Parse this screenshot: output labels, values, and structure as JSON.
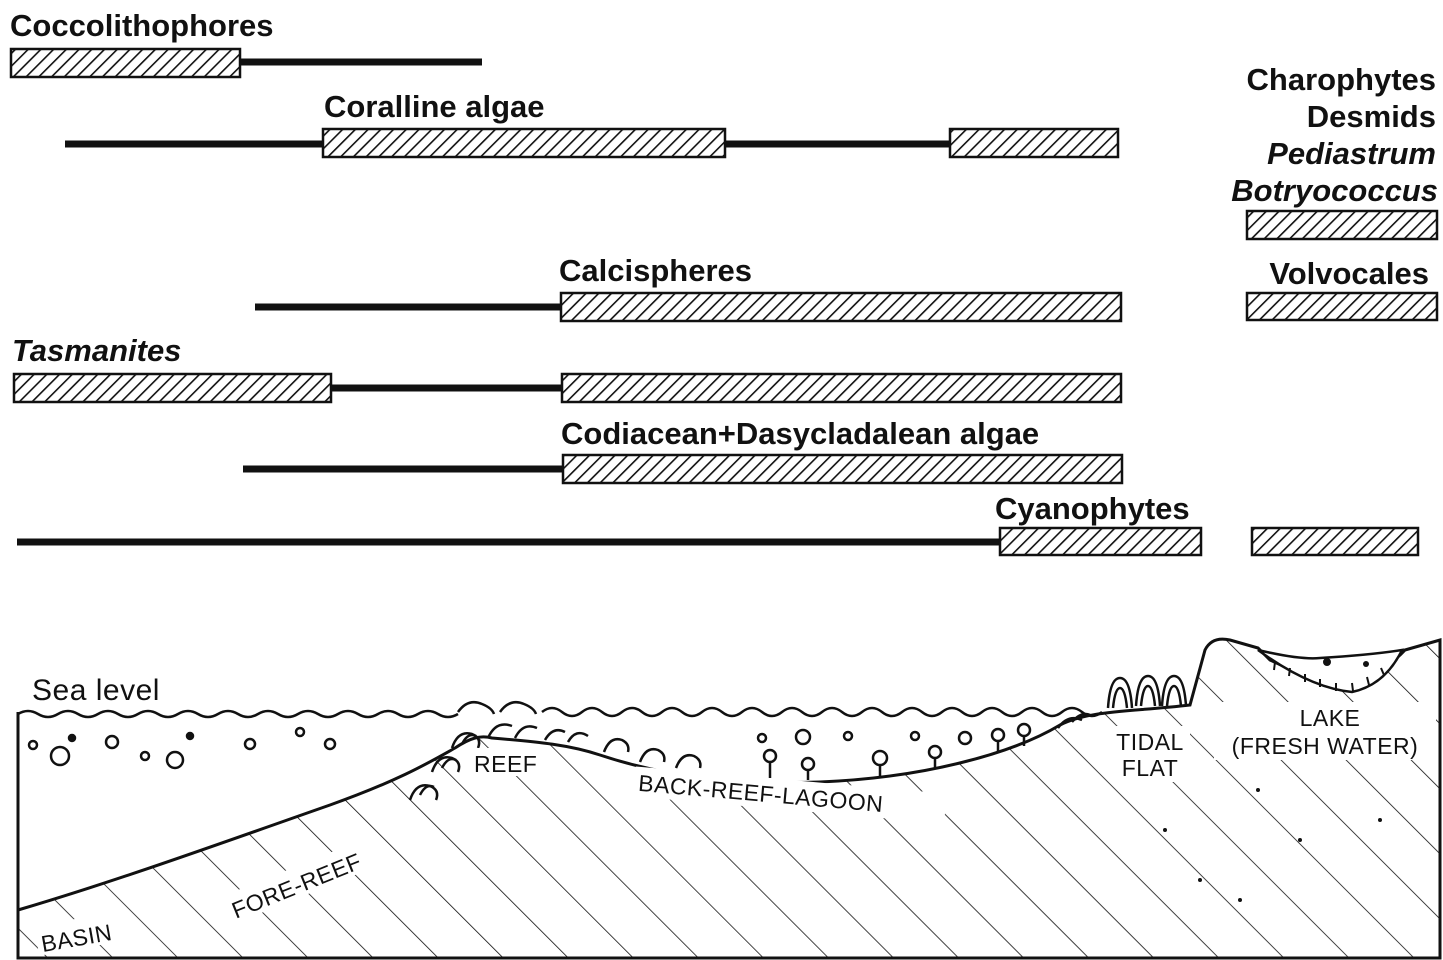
{
  "taxa": [
    {
      "key": "coccolithophores",
      "name": "Coccolithophores",
      "italic": false
    },
    {
      "key": "coralline",
      "name": "Coralline algae",
      "italic": false
    },
    {
      "key": "calcispheres",
      "name": "Calcispheres",
      "italic": false
    },
    {
      "key": "tasmanites",
      "name": "Tasmanites",
      "italic": true
    },
    {
      "key": "codiacean",
      "name": "Codiacean+Dasycladalean algae",
      "italic": false
    },
    {
      "key": "cyanophytes",
      "name": "Cyanophytes",
      "italic": false
    }
  ],
  "freshwater_taxa": {
    "lines": [
      {
        "name": "Charophytes",
        "italic": false
      },
      {
        "name": "Desmids",
        "italic": false
      },
      {
        "name": "Pediastrum",
        "italic": true
      },
      {
        "name": "Botryococcus",
        "italic": true
      }
    ],
    "volvocales": "Volvocales"
  },
  "cross_section": {
    "sea_level": "Sea level",
    "basin": "BASIN",
    "fore_reef": "FORE-REEF",
    "reef": "REEF",
    "back_reef_lagoon": "BACK-REEF-LAGOON",
    "tidal": "TIDAL",
    "flat": "FLAT",
    "lake": "LAKE",
    "fresh_water": "(FRESH WATER)"
  },
  "colors": {
    "ink": "#111111",
    "background": "#ffffff"
  }
}
